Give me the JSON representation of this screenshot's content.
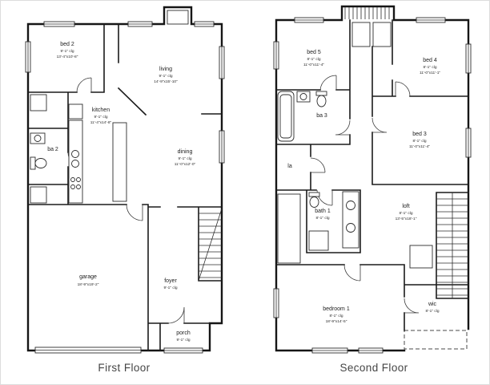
{
  "colors": {
    "wall": "#161616",
    "caption_text": "#454545",
    "label_text": "#1c1c1c",
    "background": "#ffffff"
  },
  "first_floor": {
    "caption": "First Floor",
    "rooms": {
      "bed2": {
        "name": "bed 2",
        "clg": "9'-1\" clg",
        "dims": "13'-4\"x10'-8\""
      },
      "living": {
        "name": "living",
        "clg": "9'-1\" clg",
        "dims": "14'-9\"x15'-10\""
      },
      "kitchen": {
        "name": "kitchen",
        "clg": "9'-1\" clg",
        "dims": "11'-4\"x14'-8\""
      },
      "ba2": {
        "name": "ba 2"
      },
      "dining": {
        "name": "dining",
        "clg": "9'-1\" clg",
        "dims": "11'-0\"x12'-0\""
      },
      "garage": {
        "name": "garage",
        "dims": "18'-9\"x19'-2\""
      },
      "foyer": {
        "name": "foyer",
        "clg": "9'-1\" clg"
      },
      "porch": {
        "name": "porch",
        "clg": "9'-1\" clg"
      }
    }
  },
  "second_floor": {
    "caption": "Second Floor",
    "rooms": {
      "bed5": {
        "name": "bed 5",
        "clg": "8'-1\" clg",
        "dims": "11'-0\"x11'-4\""
      },
      "bed4": {
        "name": "bed 4",
        "clg": "8'-1\" clg",
        "dims": "11'-0\"x11'-1\""
      },
      "ba3": {
        "name": "ba 3"
      },
      "bed3": {
        "name": "bed 3",
        "clg": "8'-1\" clg",
        "dims": "11'-0\"x11'-4\""
      },
      "la": {
        "name": "la"
      },
      "bath1": {
        "name": "bath 1",
        "clg": "8'-1\" clg"
      },
      "loft": {
        "name": "loft",
        "clg": "8'-1\" clg",
        "dims": "13'-5\"x18'-1\""
      },
      "bedroom1": {
        "name": "bedroom 1",
        "clg": "8'-1\" clg",
        "dims": "18'-9\"x14'-5\""
      },
      "wic": {
        "name": "wic",
        "clg": "8'-1\" clg"
      }
    }
  }
}
